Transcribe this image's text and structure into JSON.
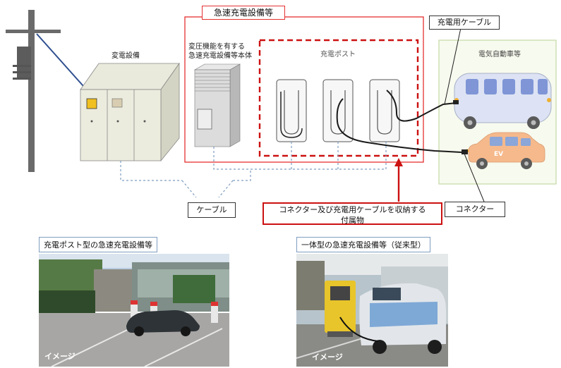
{
  "labels": {
    "substation": "変電設備",
    "transformer_main": "変圧機能を有する\n急速充電設備等本体",
    "charging_post": "充電ポスト",
    "ev": "電気自動車等",
    "cable": "ケーブル",
    "charging_cable": "充電用ケーブル",
    "connector": "コネクター",
    "group_title": "急速充電設備等",
    "accessory": "コネクター及び充電用ケーブルを収納する\n付属物",
    "car_text": "EV"
  },
  "photos": [
    {
      "caption": "充電ポスト型の急速充電設備等",
      "watermark": "イメージ"
    },
    {
      "caption": "一体型の急速充電設備等（従来型）",
      "watermark": "イメージ"
    }
  ],
  "colors": {
    "red": "#e53030",
    "dark_red": "#cc1111",
    "blue_line": "#2e4e8f",
    "dash_blue": "#7f9ec0",
    "cable_black": "#1a1a1a",
    "ev_area_border": "#c5d9a6",
    "ev_area_fill": "#f7faee",
    "bus_fill": "#dde3f4",
    "car_fill": "#f5b98c"
  }
}
